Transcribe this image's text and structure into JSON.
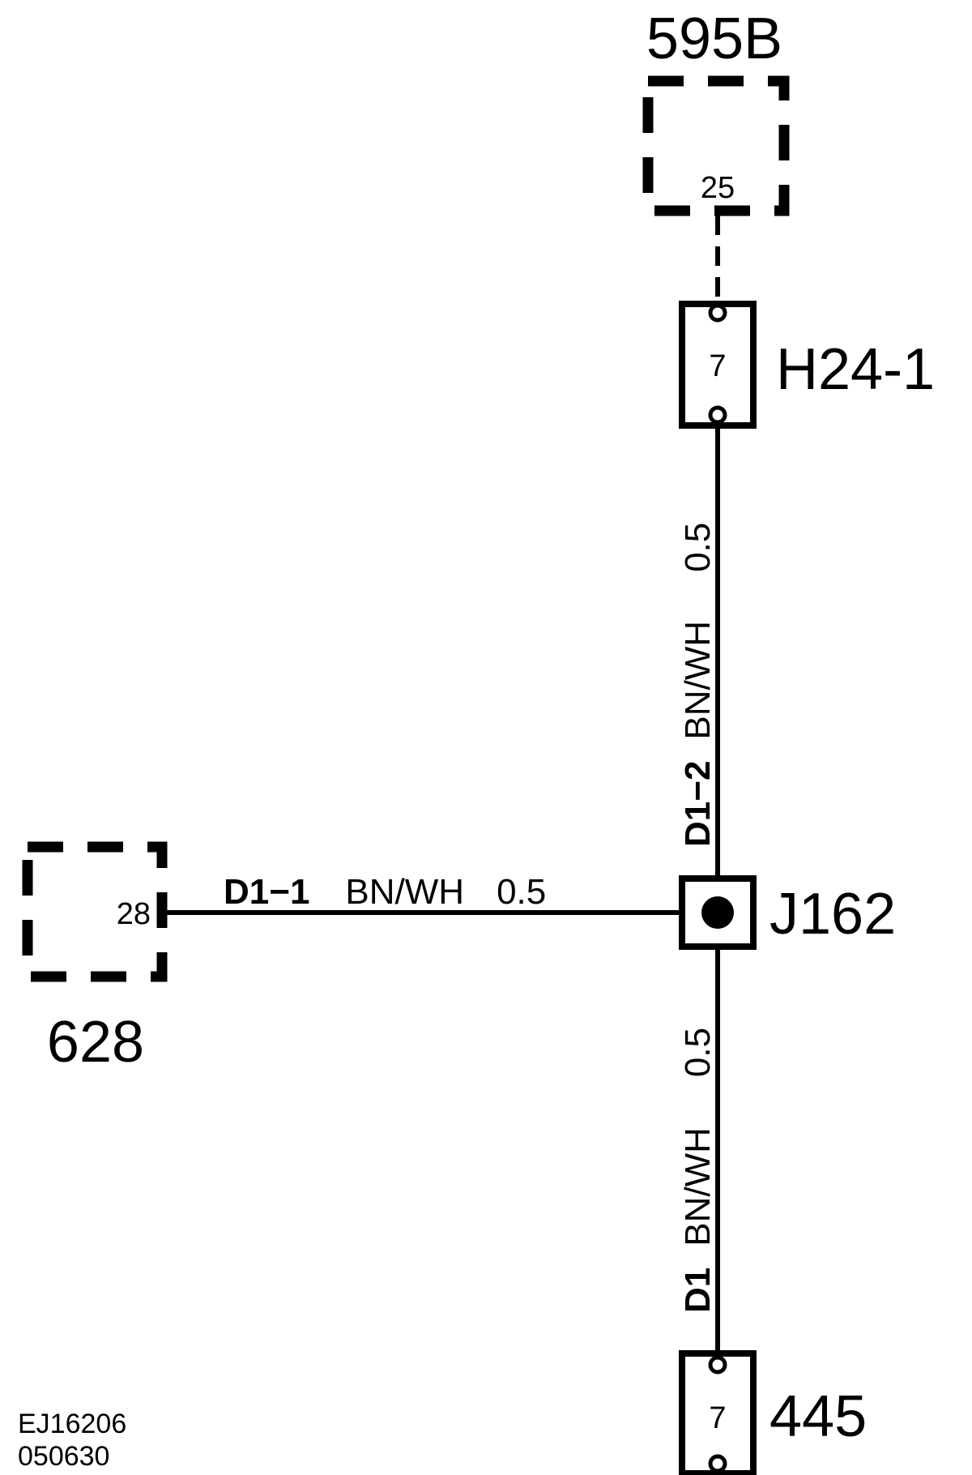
{
  "components": {
    "c595b": {
      "label": "595B",
      "pin": "25"
    },
    "h24": {
      "label": "H24-1",
      "pin": "7"
    },
    "j162": {
      "label": "J162"
    },
    "c628": {
      "label": "628",
      "pin": "28"
    },
    "c445": {
      "label": "445",
      "pin": "7"
    }
  },
  "wires": {
    "horizontal": {
      "id": "D1−1",
      "color": "BN/WH",
      "gauge": "0.5"
    },
    "upper": {
      "id": "D1−2",
      "color": "BN/WH",
      "gauge": "0.5"
    },
    "lower": {
      "id": "D1",
      "color": "BN/WH",
      "gauge": "0.5"
    }
  },
  "codes": {
    "drawing": "EJ16206",
    "date": "050630"
  }
}
